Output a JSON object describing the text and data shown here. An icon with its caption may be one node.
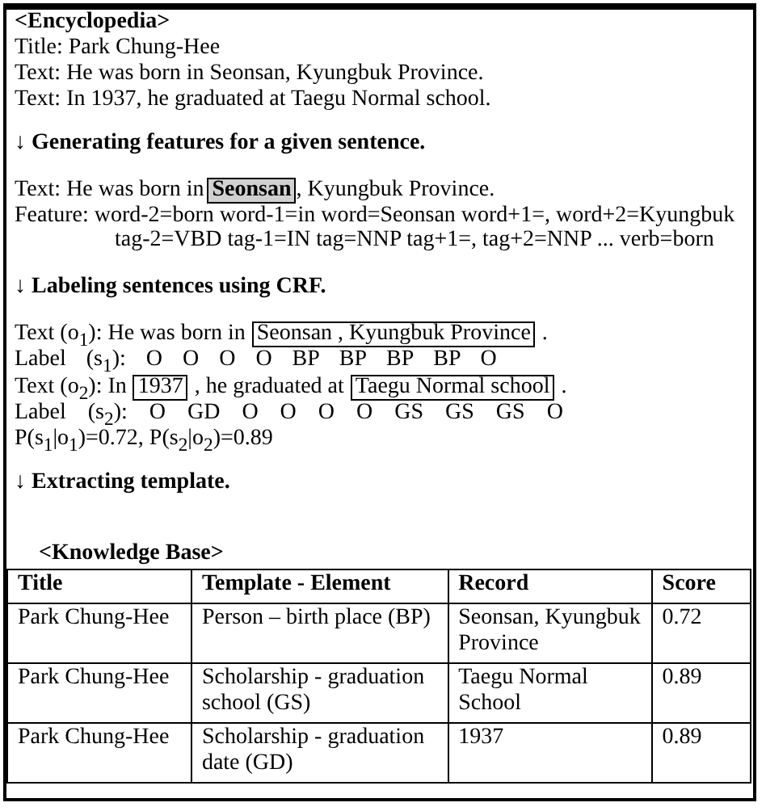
{
  "diagram": {
    "nodes": [
      {
        "text": [
          "Seonsan"
        ]
      },
      {
        "text": [
          "Seonsan , Kyungbuk Province"
        ]
      },
      {
        "text": [
          "1937"
        ]
      },
      {
        "text": [
          "Taegu Normal school"
        ]
      }
    ],
    "labels": [
      "<Encyclopedia>",
      "Title: Park Chung-Hee",
      "Text: He was born in Seonsan, Kyungbuk Province.",
      "Text: In 1937, he graduated at Taegu Normal school.",
      "↓ Generating features for a given sentence.",
      "Text: He was born in",
      ", Kyungbuk Province.",
      "Feature: word-2=born word-1=in word=Seonsan word+1=, word+2=Kyungbuk tag-2=VBD tag-1=IN tag=NNP tag+1=, tag+2=NNP ... verb=born",
      "↓ Labeling sentences using CRF.",
      "Text (o$_{1}$): He was born in",
      ".",
      "Label (s$_{1}$): O O O O BP BP BP BP O",
      "Text (o$_{2}$): In",
      ", he graduated at",
      ".",
      "Label (s$_{2}$): O GD O O O O GS GS GS O",
      "P(s$_{1}$|o$_{1}$)=0.72, P(s$_{2}$|o$_{2}$)=0.89",
      "↓ Extracting template.",
      "<Knowledge Base>",
      "Title",
      "Template - Element",
      "Record",
      "Score",
      "Park Chung-Hee",
      "Person – birth place (BP)",
      "Seonsan, Kyungbuk Province",
      "0.72",
      "Park Chung-Hee",
      "Scholarship - graduation school (GS)",
      "Taegu Normal School",
      "0.89",
      "Park Chung-Hee",
      "Scholarship - graduation date (GD)",
      "1937",
      "0.89"
    ]
  }
}
